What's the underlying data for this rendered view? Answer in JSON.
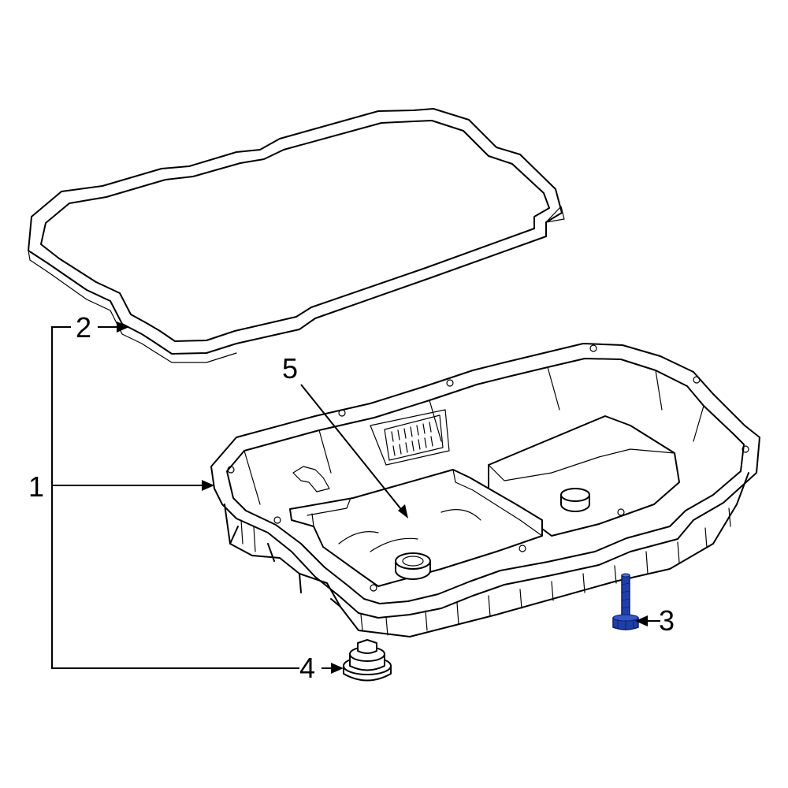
{
  "callouts": {
    "c1": {
      "label": "1"
    },
    "c2": {
      "label": "2"
    },
    "c3": {
      "label": "3"
    },
    "c4": {
      "label": "4"
    },
    "c5": {
      "label": "5"
    }
  },
  "colors": {
    "line": "#000000",
    "background": "#ffffff",
    "highlight_bolt": "#1f3fa8"
  },
  "parts": [
    {
      "callout": "1",
      "part": "transmission-oil-pan"
    },
    {
      "callout": "2",
      "part": "pan-gasket"
    },
    {
      "callout": "3",
      "part": "pan-bolt",
      "highlighted": true
    },
    {
      "callout": "4",
      "part": "drain-plug"
    },
    {
      "callout": "5",
      "part": "filter"
    }
  ]
}
